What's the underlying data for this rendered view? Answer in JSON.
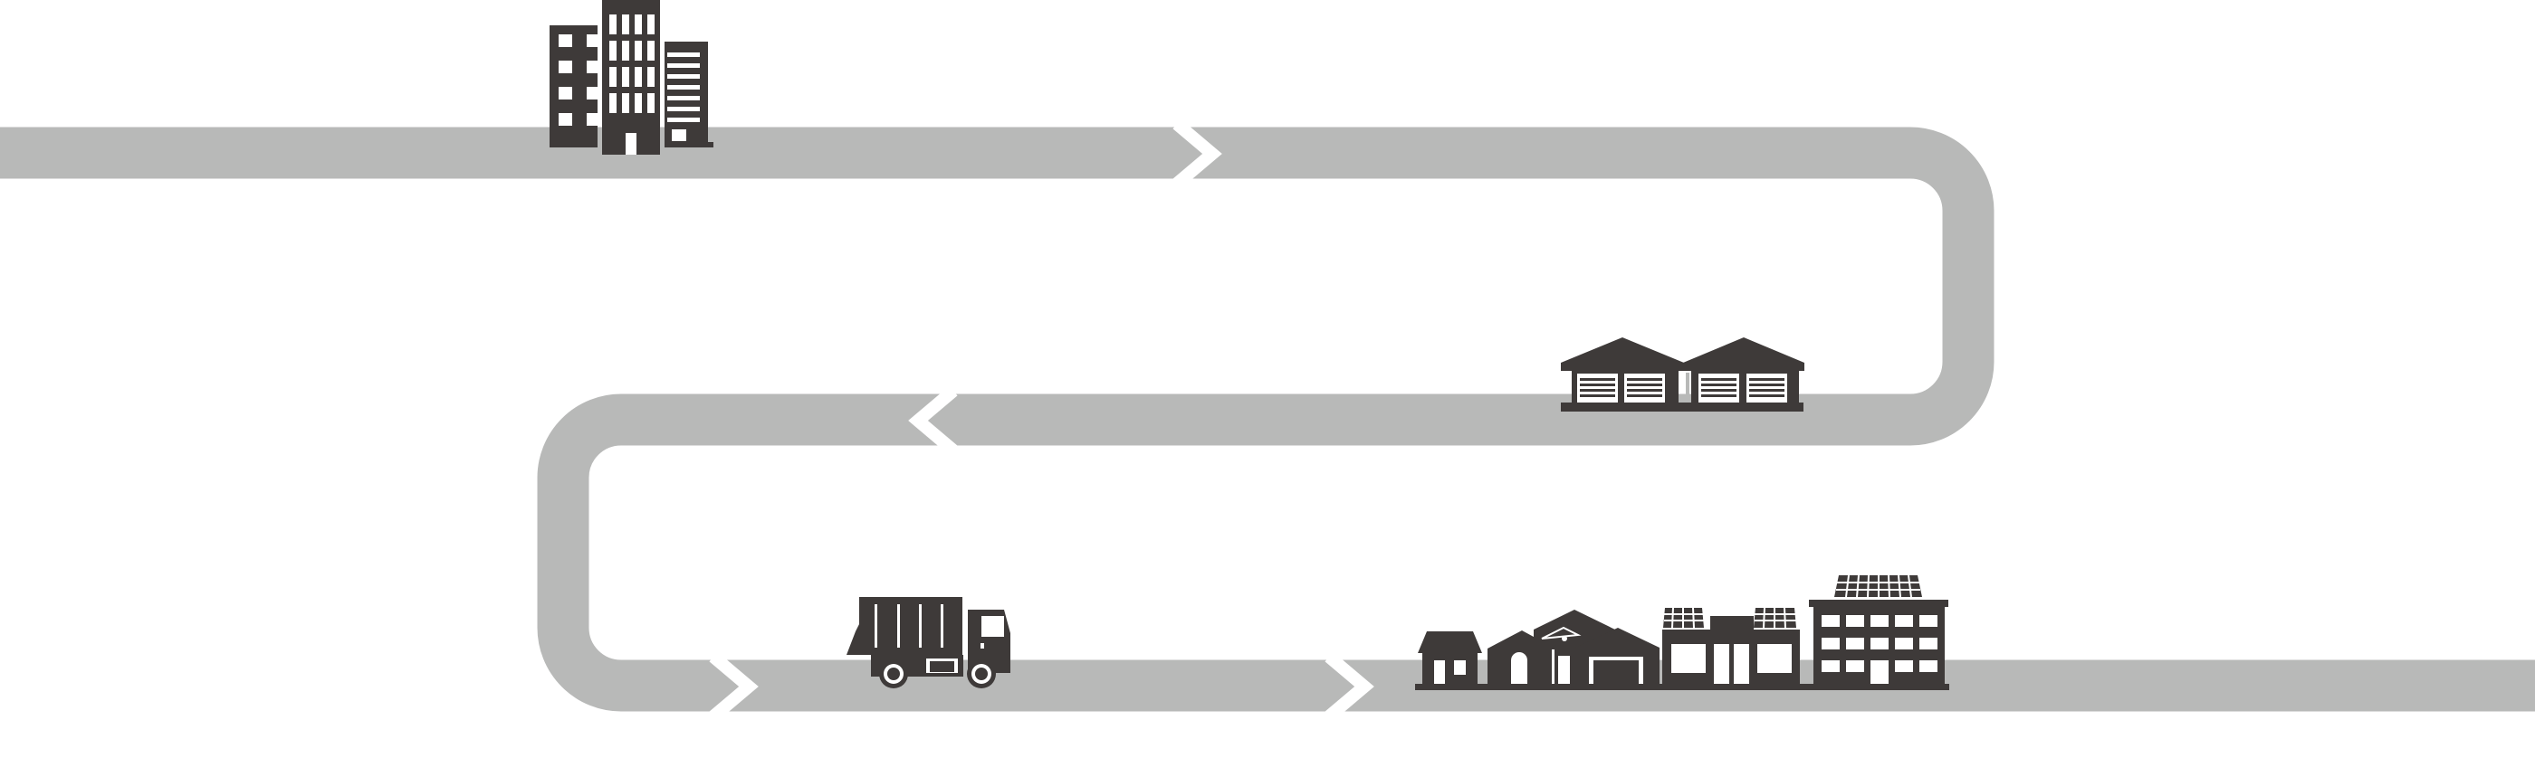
{
  "diagram": {
    "type": "supply-chain-route",
    "texts": [],
    "colors": {
      "background": "#ffffff",
      "route": "#b8b9b8",
      "icon": "#3e3a39",
      "icon_detail": "#ffffff",
      "chevron_gap": "#ffffff"
    },
    "stages": [
      {
        "order": 1,
        "icon": "office-buildings-icon"
      },
      {
        "order": 2,
        "icon": "warehouse-icon"
      },
      {
        "order": 3,
        "icon": "cargo-truck-icon"
      },
      {
        "order": 4,
        "icon": "houses-and-buildings-icon"
      }
    ],
    "flow_direction_markers": 4
  }
}
